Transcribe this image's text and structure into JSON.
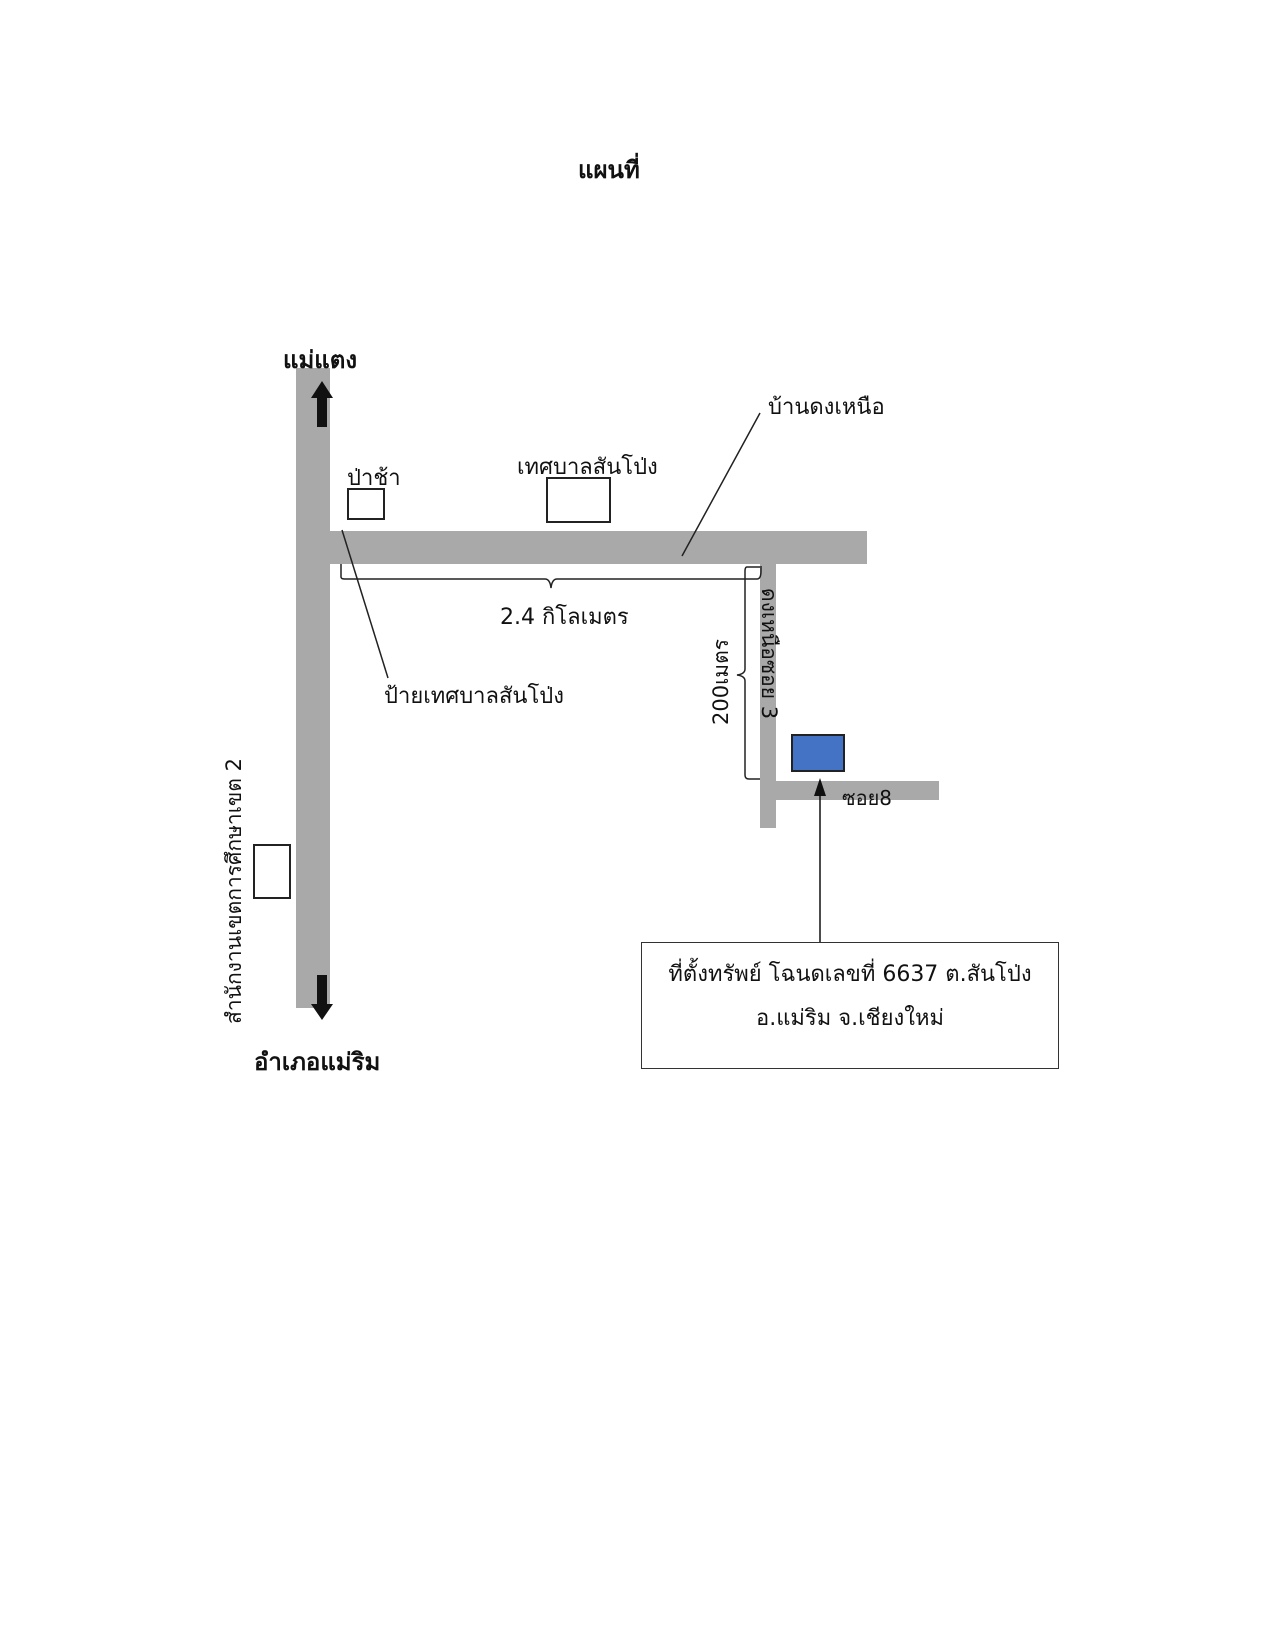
{
  "title": "แผนที่",
  "colors": {
    "road": "#a9a9a9",
    "property": "#4472c4",
    "outline": "#222222",
    "arrow": "#111111"
  },
  "labels": {
    "north_destination": "แม่แตง",
    "south_destination": "อำเภอแม่ริม",
    "cemetery": "ป่าช้า",
    "municipality": "เทศบาลสันโป่ง",
    "village": "บ้านดงเหนือ",
    "distance_main": "2.4 กิโลเมตร",
    "municipality_sign": "ป้ายเทศบาลสันโป่ง",
    "distance_side": "200เมตร",
    "side_road": "ดงเหนือซอย 3",
    "soi": "ซอย8",
    "education_office": "สำนักงานเขตการศึกษาเขต 2"
  },
  "callout": {
    "line1": "ที่ตั้งทรัพย์ โฉนดเลขที่ 6637 ต.สันโป่ง",
    "line2": "อ.แม่ริม จ.เชียงใหม่"
  }
}
